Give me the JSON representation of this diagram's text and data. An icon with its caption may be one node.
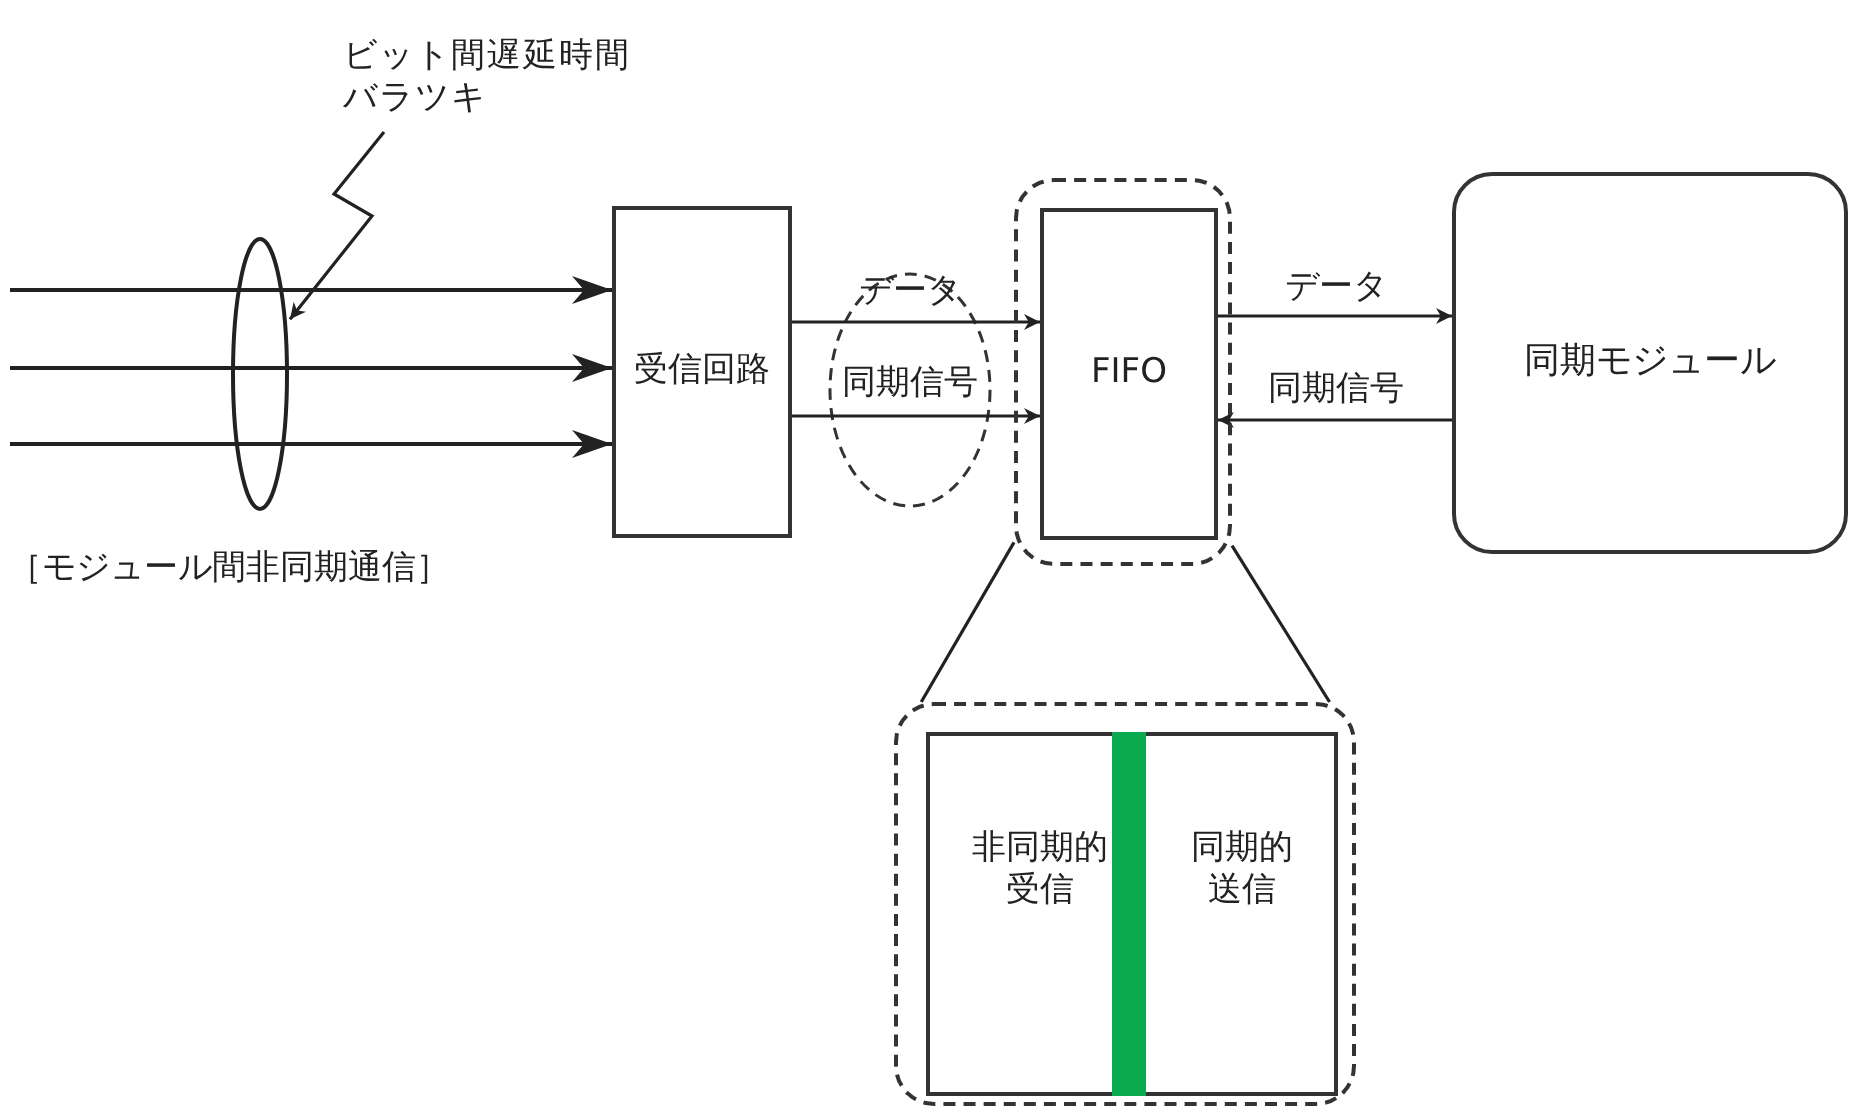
{
  "diagram": {
    "nodes": [
      {
        "text": [
          "ビット間遅延時間バラツキ"
        ]
      },
      {
        "text": [],
        "shape": "circle"
      },
      {
        "text": [
          "受信回路"
        ]
      },
      {
        "text": [],
        "shape": "box"
      },
      {
        "text": [
          "FIFO"
        ],
        "in": 3
      },
      {
        "text": [
          "同期モジュール"
        ]
      },
      {
        "text": [],
        "shape": "box"
      },
      {
        "text": [
          "非同期的受信",
          "同期的送信"
        ],
        "in": 6
      },
      {
        "text": [],
        "shape": "bar",
        "in": 7
      }
    ],
    "edges": [
      {
        "from": 0,
        "to": 1,
        "arrow": "to"
      },
      {
        "from": null,
        "to": 2,
        "arrow": "to"
      },
      {
        "from": null,
        "to": 2,
        "arrow": "to"
      },
      {
        "from": null,
        "to": 2,
        "arrow": "to"
      },
      {
        "from": 2,
        "to": 4,
        "arrow": "to",
        "label": "データ"
      },
      {
        "from": 2,
        "to": 4,
        "arrow": "to",
        "label": "同期信号"
      },
      {
        "from": 4,
        "to": 5,
        "arrow": "to",
        "label": "データ"
      },
      {
        "from": 5,
        "to": 4,
        "arrow": "to",
        "label": "同期信号"
      },
      {
        "from": 3,
        "to": 6,
        "arrow": "none"
      },
      {
        "from": 3,
        "to": 6,
        "arrow": "none"
      }
    ],
    "labels": [
      "［モジュール間非同期通信］"
    ]
  }
}
